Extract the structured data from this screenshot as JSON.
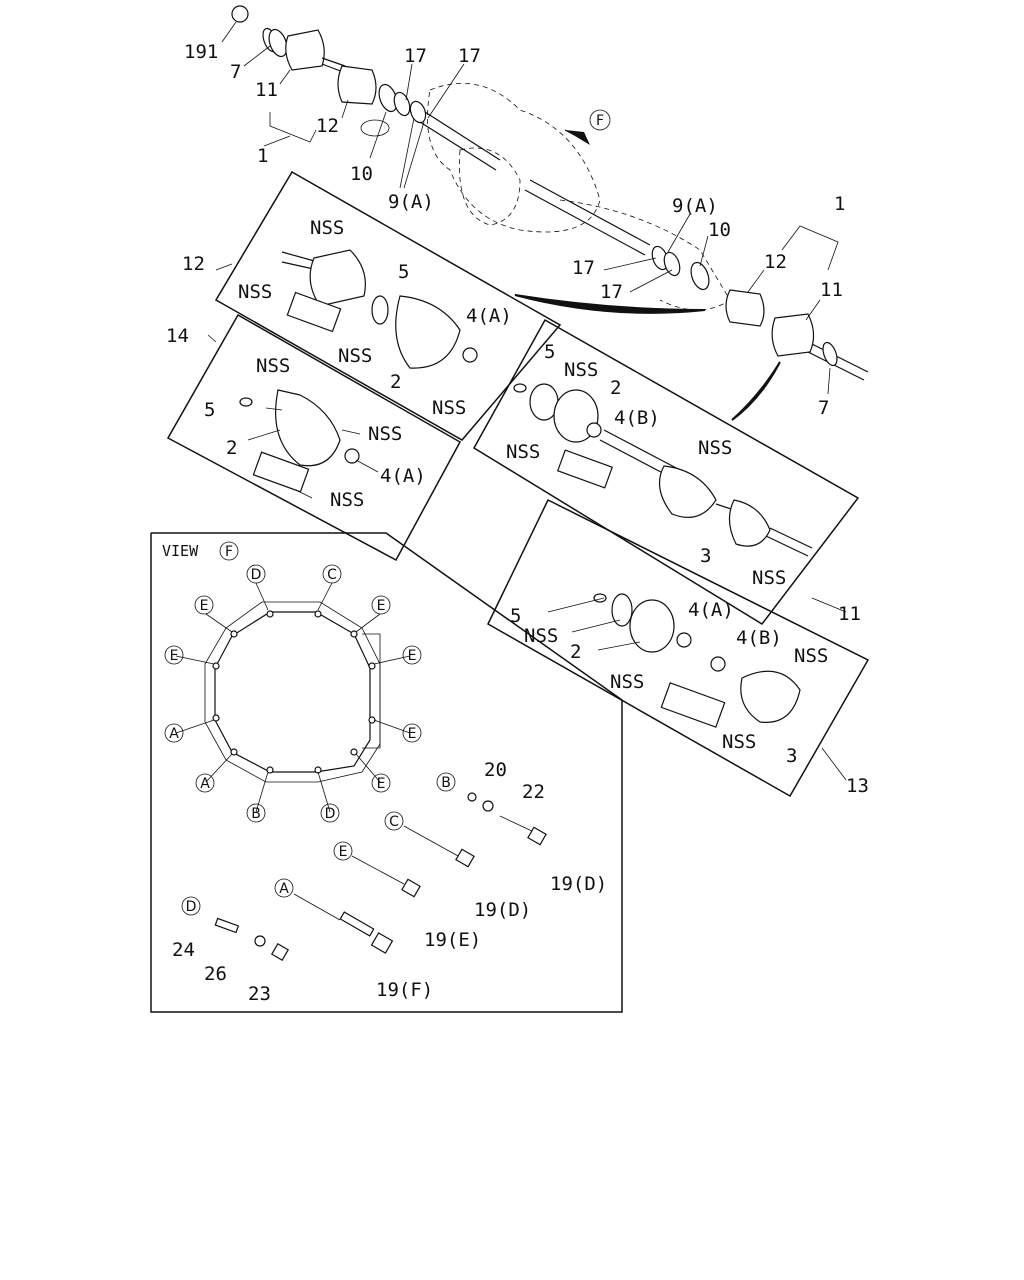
{
  "labels": {
    "n191": "191",
    "n7": "7",
    "n11": "11",
    "n12": "12",
    "n1": "1",
    "n10": "10",
    "n17": "17",
    "n9a": "9(A)",
    "n4a": "4(A)",
    "n4b": "4(B)",
    "n5": "5",
    "n2": "2",
    "n3": "3",
    "n13": "13",
    "n14": "14",
    "nss": "NSS",
    "n20": "20",
    "n22": "22",
    "n19d": "19(D)",
    "n19e": "19(E)",
    "n19f": "19(F)",
    "n24": "24",
    "n26": "26",
    "n23": "23"
  },
  "view": {
    "title": "VIEW",
    "marker": "F"
  },
  "circle_letters": {
    "a": "A",
    "b": "B",
    "c": "C",
    "d": "D",
    "e": "E",
    "f": "F"
  }
}
